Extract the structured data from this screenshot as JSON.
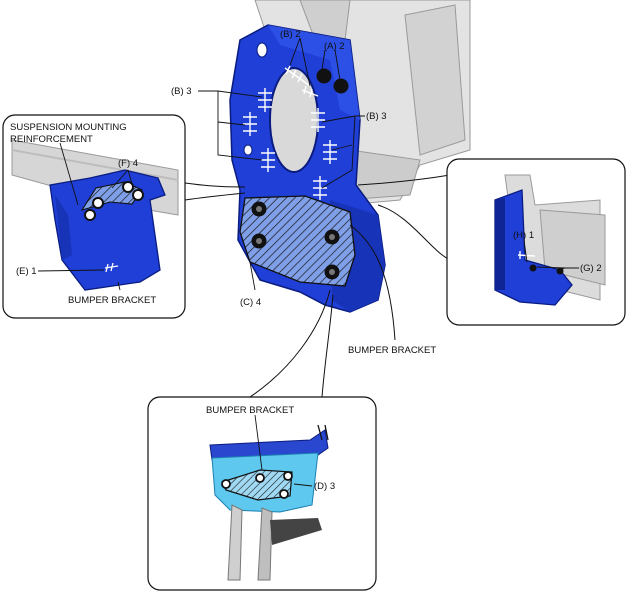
{
  "labels": {
    "a2": "(A) 2",
    "b2": "(B) 2",
    "b3_left": "(B) 3",
    "b3_right": "(B) 3",
    "c4": "(C) 4",
    "d3": "(D) 3",
    "e1": "(E) 1",
    "f4": "(F) 4",
    "g2": "(G) 2",
    "h1": "(H) 1",
    "suspension_line1": "SUSPENSION MOUNTING",
    "suspension_line2": "REINFORCEMENT",
    "bumper_bracket_left": "BUMPER BRACKET",
    "bumper_bracket_main": "BUMPER BRACKET",
    "bumper_bracket_bottom": "BUMPER BRACKET"
  },
  "colors": {
    "bracket_blue": "#1f3fd6",
    "bracket_blue_dark": "#0f2596",
    "bracket_light_blue": "#5ec8ef",
    "frame_gray": "#d9d9d9",
    "frame_gray_dark": "#a8a8a8",
    "weld_spot": "#111111"
  }
}
